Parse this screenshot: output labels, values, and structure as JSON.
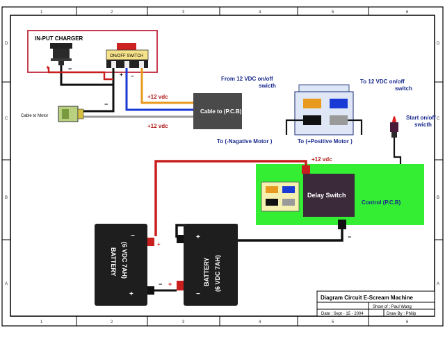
{
  "frame": {
    "col_labels": [
      "1",
      "2",
      "3",
      "4",
      "5",
      "6"
    ],
    "row_labels": [
      "D",
      "C",
      "B",
      "A"
    ]
  },
  "labels": {
    "charger": "IN-PUT CHARGER",
    "onoff_switch": "ON/OFF SWITCH",
    "cable_to_motor": "Cable to Motor",
    "cable_to_pcb": "Cable to (P.C.B)",
    "from_12vdc_line1": "From 12 VDC on/off",
    "from_12vdc_line2": "swicth",
    "to_12vdc_line1": "To 12 VDC on/off",
    "to_12vdc_line2": "switch",
    "start_onoff_line1": "Start on/off",
    "start_onoff_line2": "swicth",
    "to_neg_motor": "To (-Nagative Motor )",
    "to_pos_motor": "To (+Positive Motor )",
    "plus12_a": "+12 vdc",
    "plus12_b": "+12 vdc",
    "plus12_c": "+12 vdc",
    "delay_switch": "Delay Switch",
    "control_pcb": "Control (P.C.B)",
    "battery1_line1": "BATTERY",
    "battery1_line2": "(6 VDC 7AH)",
    "battery2_line1": "BATTERY",
    "battery2_line2": "(6 VDC 7AH)",
    "plus": "+",
    "minus": "−"
  },
  "title_block": {
    "title": "Diagram Circuit  E-Scream Machine",
    "show_of": "Show of : Paul Wang",
    "date": "Date : Sept - 15 - 2004",
    "draw_by": "Draw By : Philip"
  },
  "colors": {
    "red_wire": "#c81e1e",
    "blue_wire": "#1a3ad6",
    "orange_wire": "#e89a1e",
    "grey_wire": "#9a9a9a",
    "pcb_green": "#33ee33",
    "cable_box": "#4a4a4a"
  },
  "icons": [
    "charger-plug-icon",
    "rocker-switch-icon",
    "motor-connector-icon",
    "connector-block-icon",
    "start-switch-icon",
    "delay-switch-icon",
    "battery-icon"
  ]
}
